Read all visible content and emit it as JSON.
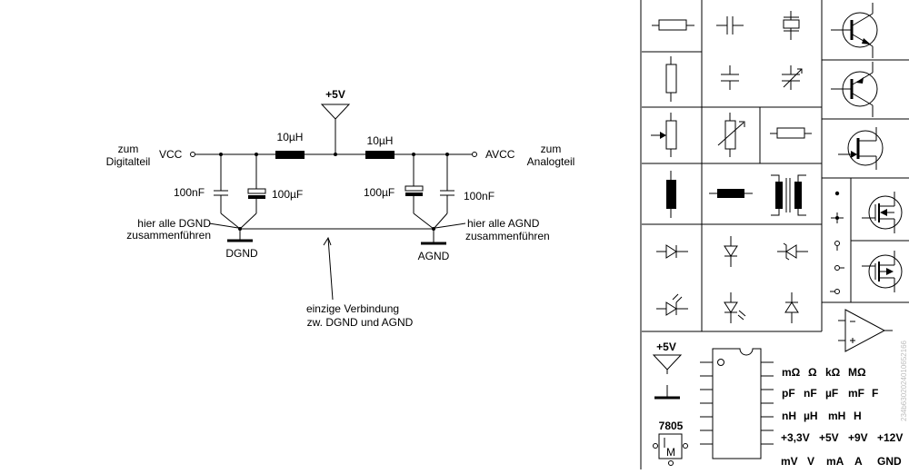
{
  "circuit": {
    "supply_label": "+5V",
    "inductor_left_label": "10µH",
    "inductor_right_label": "10µH",
    "vcc_label": "VCC",
    "vcc_note": [
      "zum",
      "Digitalteil"
    ],
    "avcc_label": "AVCC",
    "avcc_note": [
      "zum",
      "Analogteil"
    ],
    "cap_labels": [
      "100nF",
      "100µF",
      "100µF",
      "100nF"
    ],
    "dgnd_note": [
      "hier alle DGND",
      "zusammenführen"
    ],
    "agnd_note": [
      "hier alle AGND",
      "zusammenführen"
    ],
    "dgnd_label": "DGND",
    "agnd_label": "AGND",
    "connection_note": [
      "einzige Verbindung",
      "zw. DGND und AGND"
    ]
  },
  "palette": {
    "supply_label": "+5V",
    "regulator_label": "7805",
    "regulator_pin": "M",
    "units": [
      [
        "mΩ",
        "Ω",
        "kΩ",
        "MΩ"
      ],
      [
        "pF",
        "nF",
        "µF",
        "mF",
        "F"
      ],
      [
        "nH",
        "µH",
        "mH",
        "H"
      ],
      [
        "+3,3V",
        "+5V",
        "+9V",
        "+12V"
      ],
      [
        "mV",
        "V",
        "mA",
        "A",
        "GND"
      ]
    ],
    "watermark": "234b6302024010652166"
  }
}
